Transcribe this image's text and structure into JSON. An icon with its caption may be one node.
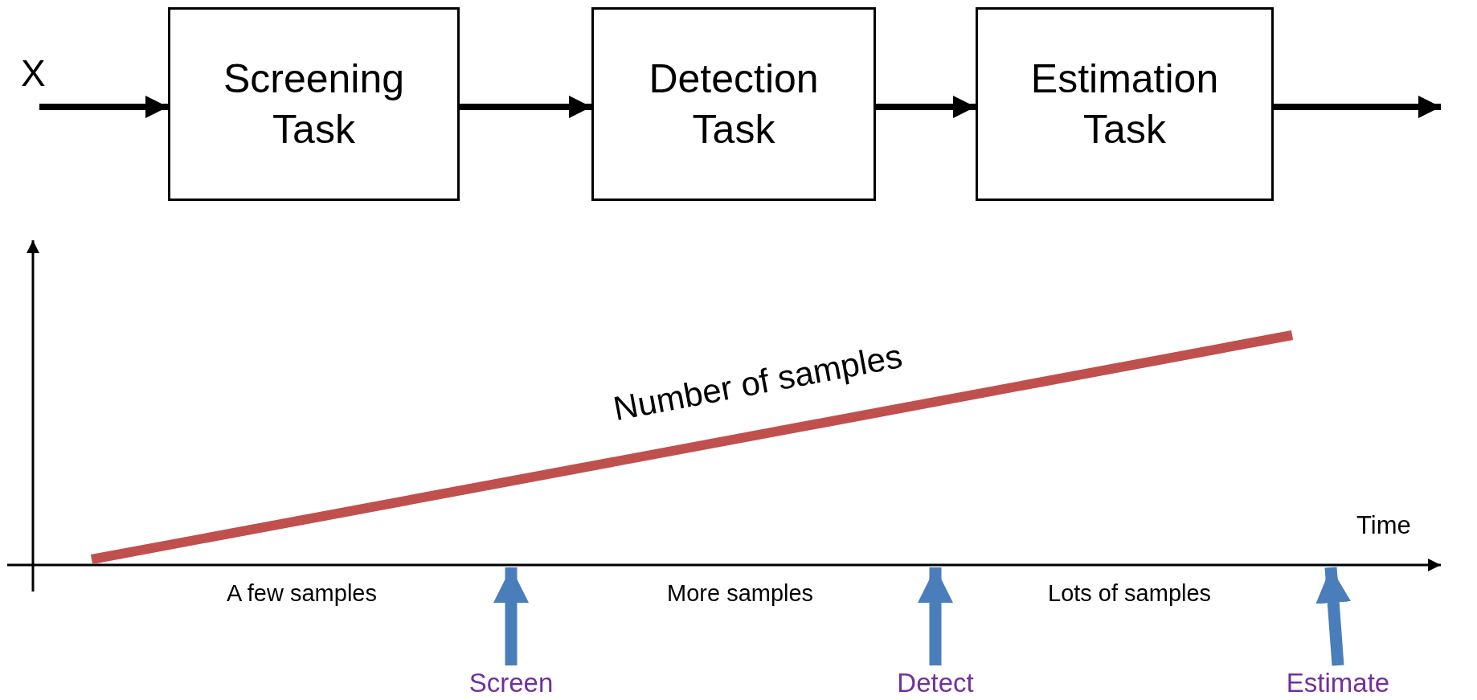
{
  "diagram": {
    "nodes": [
      {
        "text": [
          "Screening Task"
        ]
      },
      {
        "text": [
          "Detection Task"
        ]
      },
      {
        "text": [
          "Estimation Task"
        ]
      },
      {
        "text": [
          "Screen"
        ]
      },
      {
        "text": [
          "Detect"
        ]
      },
      {
        "text": [
          "Estimate"
        ]
      }
    ],
    "edges": [
      {
        "from": null,
        "to": 0,
        "arrow": "to",
        "label": "X"
      },
      {
        "from": 0,
        "to": 1,
        "arrow": "to"
      },
      {
        "from": 1,
        "to": 2,
        "arrow": "to"
      },
      {
        "from": 2,
        "to": null,
        "arrow": "to"
      },
      {
        "from": 3,
        "to": null,
        "arrow": "to",
        "style": "thick",
        "color": "#4a7ebb"
      },
      {
        "from": 4,
        "to": null,
        "arrow": "to",
        "style": "thick",
        "color": "#4a7ebb"
      },
      {
        "from": 5,
        "to": null,
        "arrow": "to",
        "style": "thick",
        "color": "#4a7ebb"
      }
    ],
    "labels": [
      "Number of samples",
      "Time",
      "A few samples",
      "More samples",
      "Lots of samples"
    ]
  }
}
